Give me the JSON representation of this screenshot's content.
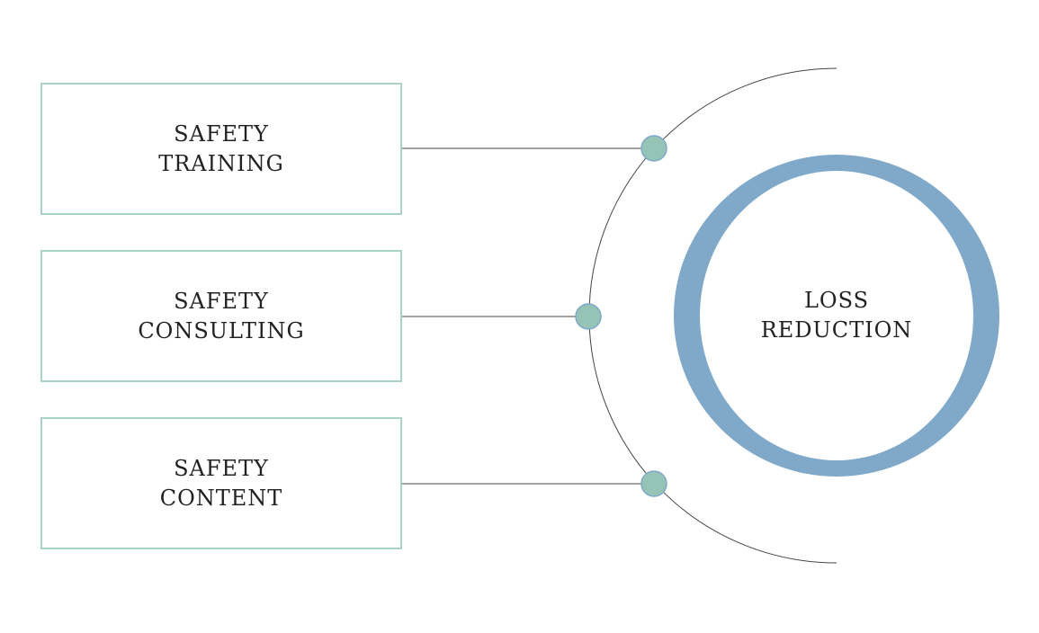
{
  "colors": {
    "box_border": "#a9d3c7",
    "connector_line": "#444444",
    "node_fill": "#95c4b6",
    "node_stroke": "#7fa8c9",
    "ring": "#7fa8c9",
    "text": "#222222"
  },
  "boxes": [
    {
      "line1": "SAFETY",
      "line2": "TRAINING"
    },
    {
      "line1": "SAFETY",
      "line2": "CONSULTING"
    },
    {
      "line1": "SAFETY",
      "line2": "CONTENT"
    }
  ],
  "center": {
    "line1": "LOSS",
    "line2": "REDUCTION"
  }
}
